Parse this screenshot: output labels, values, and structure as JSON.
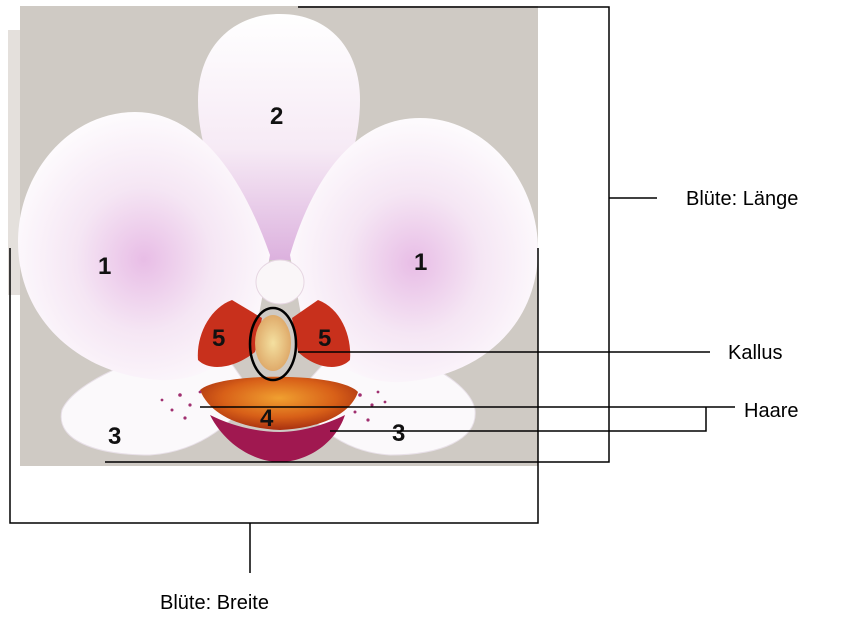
{
  "labels": {
    "laenge": "Blüte: Länge",
    "breite": "Blüte: Breite",
    "kallus": "Kallus",
    "haare": "Haare"
  },
  "parts": {
    "petal_left": "1",
    "petal_right": "1",
    "dorsal_sepal": "2",
    "sepal_left": "3",
    "sepal_right": "3",
    "lip": "4",
    "lateral_lobe_left": "5",
    "lateral_lobe_right": "5"
  }
}
